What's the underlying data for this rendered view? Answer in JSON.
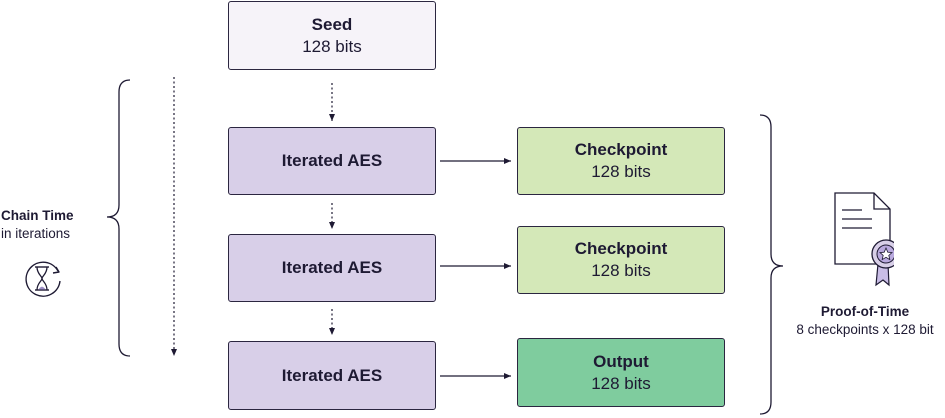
{
  "seed": {
    "title": "Seed",
    "bits": "128 bits"
  },
  "aes_blocks": [
    {
      "label": "Iterated AES"
    },
    {
      "label": "Iterated AES"
    },
    {
      "label": "Iterated AES"
    }
  ],
  "checkpoints": [
    {
      "title": "Checkpoint",
      "bits": "128 bits"
    },
    {
      "title": "Checkpoint",
      "bits": "128 bits"
    }
  ],
  "output": {
    "title": "Output",
    "bits": "128 bits"
  },
  "chain_time": {
    "title": "Chain Time",
    "subtitle": "in iterations",
    "icon": "hourglass-icon"
  },
  "proof_of_time": {
    "title": "Proof-of-Time",
    "subtitle": "8 checkpoints x 128 bit",
    "icon": "certificate-icon"
  },
  "colors": {
    "seed_fill": "#f6f3f9",
    "aes_fill": "#d8cfe8",
    "checkpoint_fill": "#d4e8b8",
    "output_fill": "#7fcc9e",
    "stroke": "#2b2640"
  }
}
